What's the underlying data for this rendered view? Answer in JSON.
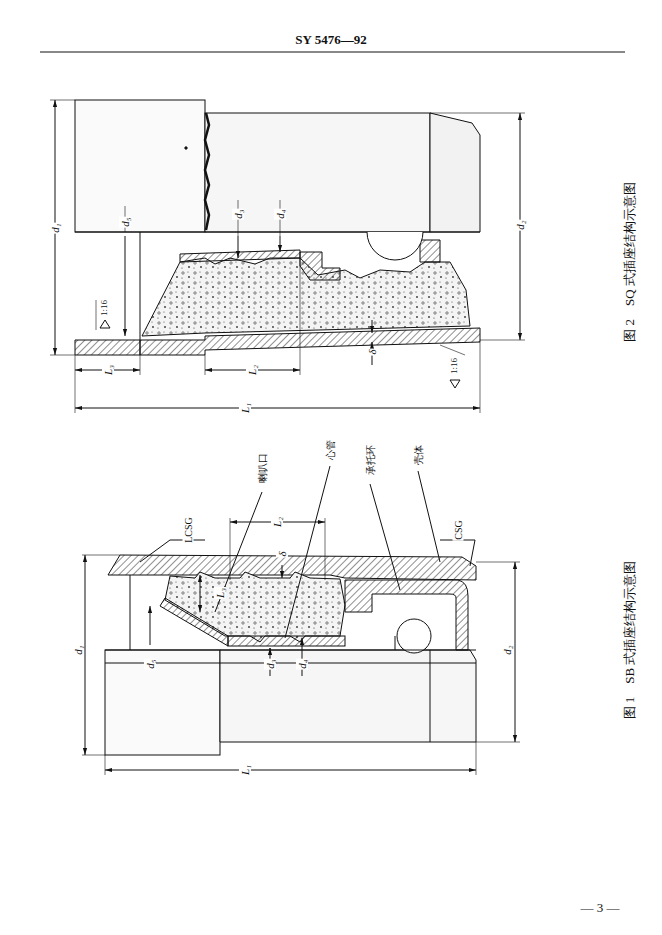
{
  "diagram": {
    "labels": [
      "SY 5476—92",
      "LCSG",
      "喇叭口",
      "心管",
      "承托环",
      "壳体",
      "CSG",
      "L₃",
      "L₂",
      "δ",
      "d₁",
      "d₅",
      "d₃",
      "d₄",
      "d₂",
      "L₁",
      "图 1　SB 式插座结构示意图",
      "d₁",
      "d₅",
      "d₃",
      "d₄",
      "d₂",
      "1:16",
      "L₃",
      "L₂",
      "δ",
      "1:16",
      "L₁",
      "图 2　SQ 式插座结构示意图",
      "— 3 —"
    ]
  }
}
